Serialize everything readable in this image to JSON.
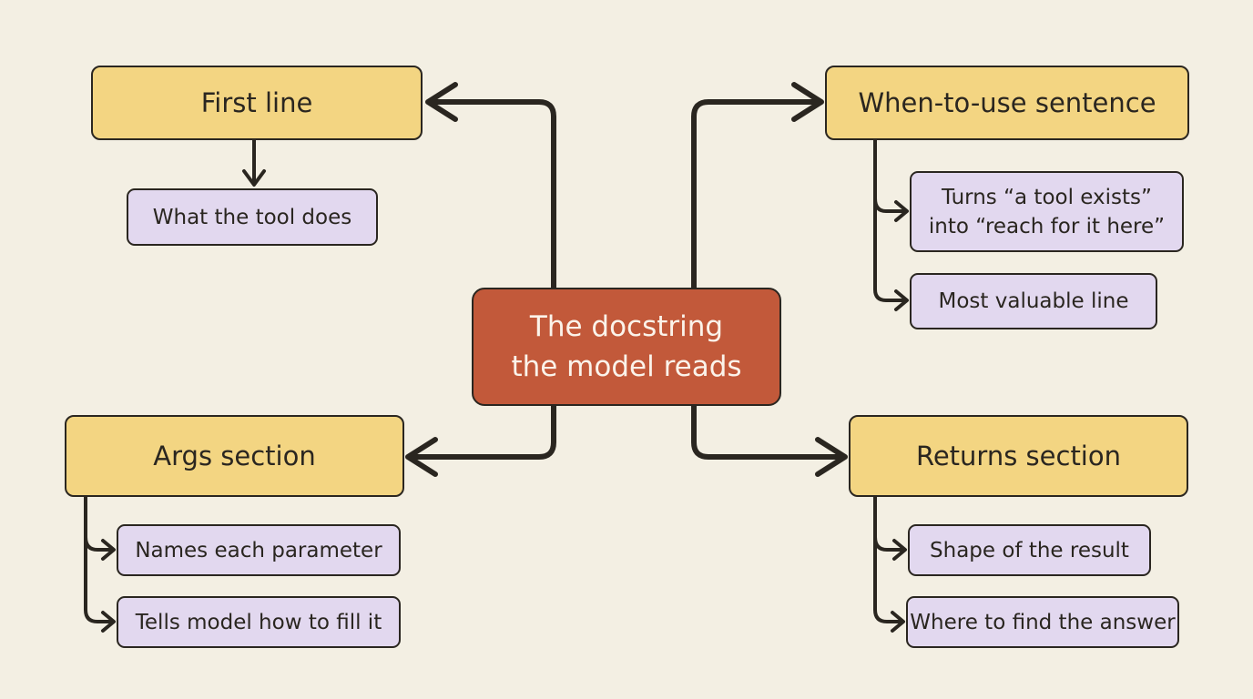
{
  "center": {
    "line1": "The docstring",
    "line2": "the model reads"
  },
  "branches": {
    "first_line": {
      "title": "First line",
      "children": [
        "What the tool does"
      ]
    },
    "when_to_use": {
      "title": "When-to-use sentence",
      "children": [
        {
          "line1": "Turns “a tool exists”",
          "line2": "into “reach for it here”"
        },
        "Most valuable line"
      ]
    },
    "args": {
      "title": "Args section",
      "children": [
        "Names each parameter",
        "Tells model how to fill it"
      ]
    },
    "returns": {
      "title": "Returns section",
      "children": [
        "Shape of the result",
        "Where to find the answer"
      ]
    }
  },
  "colors": {
    "background": "#f3efe3",
    "center_fill": "#c2593a",
    "primary_fill": "#f3d582",
    "sub_fill": "#e2d8ef",
    "line": "#2a2620"
  }
}
